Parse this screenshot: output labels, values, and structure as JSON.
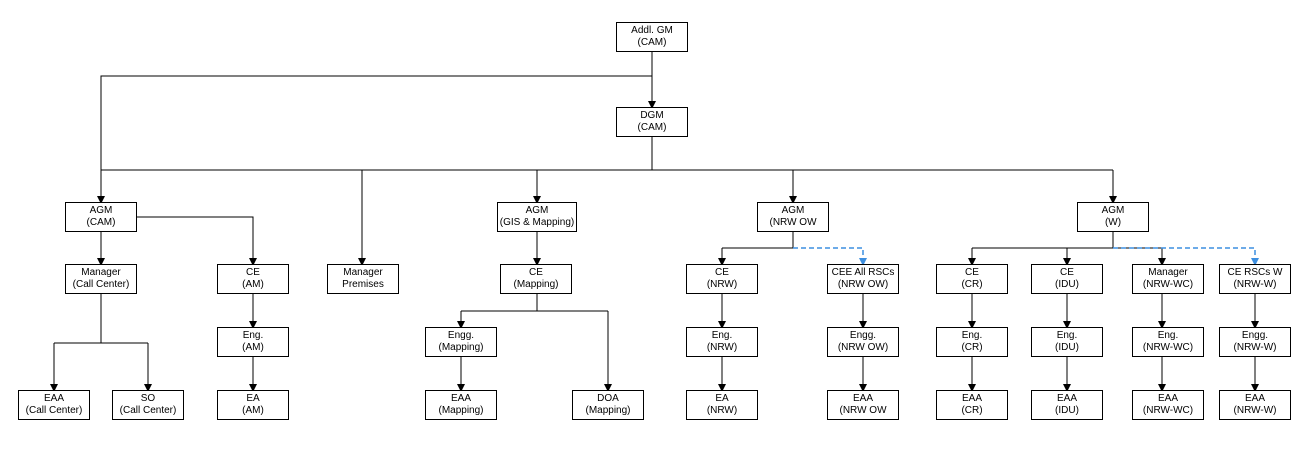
{
  "nodes": {
    "addl_gm": {
      "line1": "Addl. GM",
      "line2": "(CAM)"
    },
    "dgm": {
      "line1": "DGM",
      "line2": "(CAM)"
    },
    "agm_cam": {
      "line1": "AGM",
      "line2": "(CAM)"
    },
    "mgr_call": {
      "line1": "Manager",
      "line2": "(Call Center)"
    },
    "eaa_call": {
      "line1": "EAA",
      "line2": "(Call Center)"
    },
    "so_call": {
      "line1": "SO",
      "line2": "(Call Center)"
    },
    "ce_am": {
      "line1": "CE",
      "line2": "(AM)"
    },
    "eng_am": {
      "line1": "Eng.",
      "line2": "(AM)"
    },
    "ea_am": {
      "line1": "EA",
      "line2": "(AM)"
    },
    "mgr_prem": {
      "line1": "Manager",
      "line2": "Premises"
    },
    "agm_gis": {
      "line1": "AGM",
      "line2": "(GIS & Mapping)"
    },
    "ce_map": {
      "line1": "CE",
      "line2": "(Mapping)"
    },
    "engg_map": {
      "line1": "Engg.",
      "line2": "(Mapping)"
    },
    "eaa_map": {
      "line1": "EAA",
      "line2": "(Mapping)"
    },
    "doa_map": {
      "line1": "DOA",
      "line2": "(Mapping)"
    },
    "agm_nrwow": {
      "line1": "AGM",
      "line2": "(NRW OW"
    },
    "ce_nrw": {
      "line1": "CE",
      "line2": "(NRW)"
    },
    "eng_nrw": {
      "line1": "Eng.",
      "line2": "(NRW)"
    },
    "ea_nrw": {
      "line1": "EA",
      "line2": "(NRW)"
    },
    "cee_all": {
      "line1": "CEE All RSCs",
      "line2": "(NRW OW)"
    },
    "engg_nrwow": {
      "line1": "Engg.",
      "line2": "(NRW OW)"
    },
    "eaa_nrwow": {
      "line1": "EAA",
      "line2": "(NRW OW"
    },
    "agm_w": {
      "line1": "AGM",
      "line2": "(W)"
    },
    "ce_cr": {
      "line1": "CE",
      "line2": "(CR)"
    },
    "eng_cr": {
      "line1": "Eng.",
      "line2": "(CR)"
    },
    "eaa_cr": {
      "line1": "EAA",
      "line2": "(CR)"
    },
    "ce_idu": {
      "line1": "CE",
      "line2": "(IDU)"
    },
    "eng_idu": {
      "line1": "Eng.",
      "line2": "(IDU)"
    },
    "eaa_idu": {
      "line1": "EAA",
      "line2": "(IDU)"
    },
    "mgr_wc": {
      "line1": "Manager",
      "line2": "(NRW-WC)"
    },
    "eng_wc": {
      "line1": "Eng.",
      "line2": "(NRW-WC)"
    },
    "eaa_wc": {
      "line1": "EAA",
      "line2": "(NRW-WC)"
    },
    "ce_rscw": {
      "line1": "CE RSCs W",
      "line2": "(NRW-W)"
    },
    "engg_w": {
      "line1": "Engg.",
      "line2": "(NRW-W)"
    },
    "eaa_w": {
      "line1": "EAA",
      "line2": "(NRW-W)"
    }
  },
  "colors": {
    "line": "#000000",
    "dashed": "#3d8fe0"
  }
}
